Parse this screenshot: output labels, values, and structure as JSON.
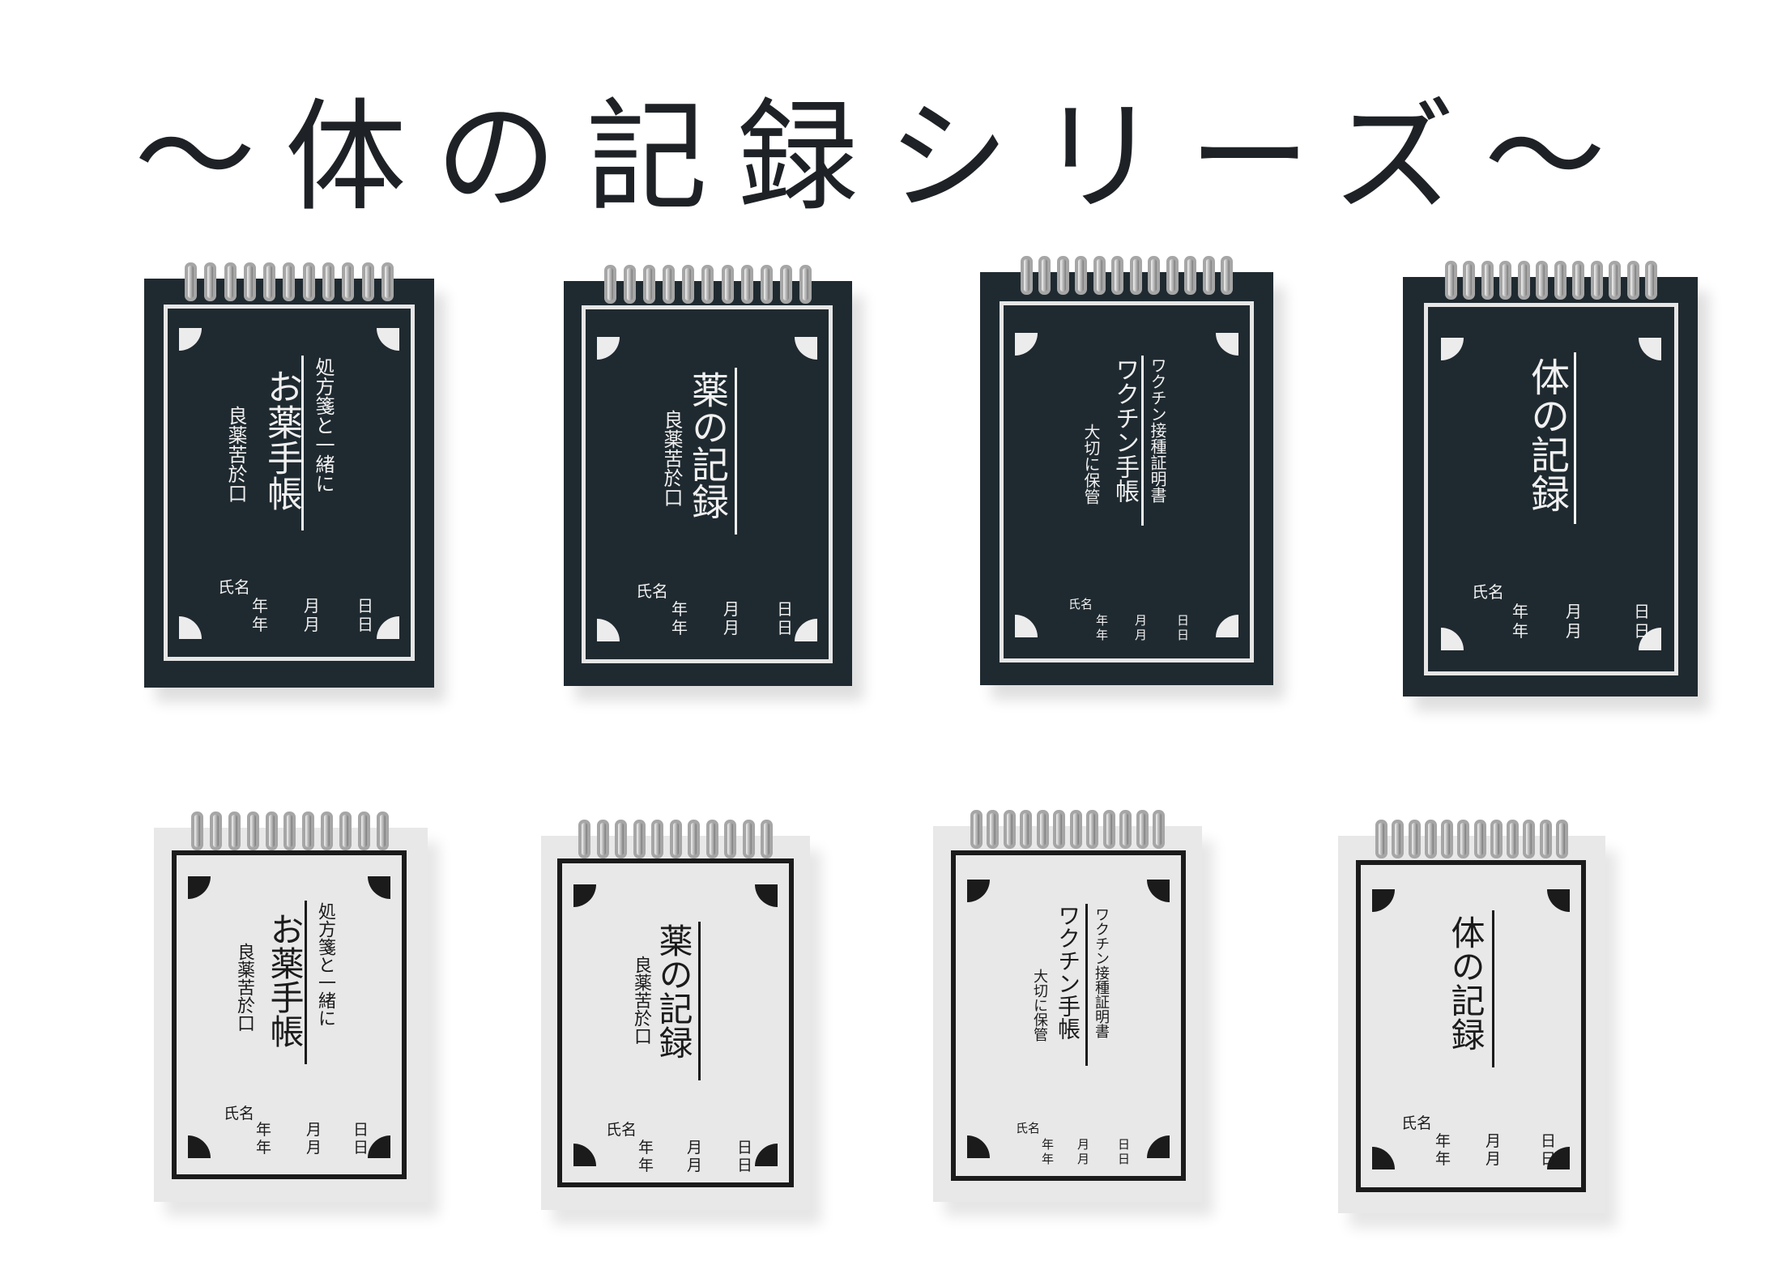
{
  "title": "〜体の記録シリーズ〜",
  "covers": {
    "okusuri": {
      "sub": "処方箋と一緒に",
      "main": "お薬手帳",
      "tagline": "良薬苦於口"
    },
    "kusuri": {
      "main": "薬の記録",
      "tagline": "良薬苦於口"
    },
    "vaccine": {
      "sub": "ワクチン接種証明書",
      "main": "ワクチン手帳",
      "tagline": "大切に保管"
    },
    "karada": {
      "main": "体の記録"
    }
  },
  "form": {
    "name_label": "氏名",
    "year": "年",
    "month": "月",
    "day": "日"
  },
  "colors": {
    "dark_cover": "#1f2a30",
    "light_cover": "#e8e8e8",
    "title_text": "#1e2226"
  }
}
